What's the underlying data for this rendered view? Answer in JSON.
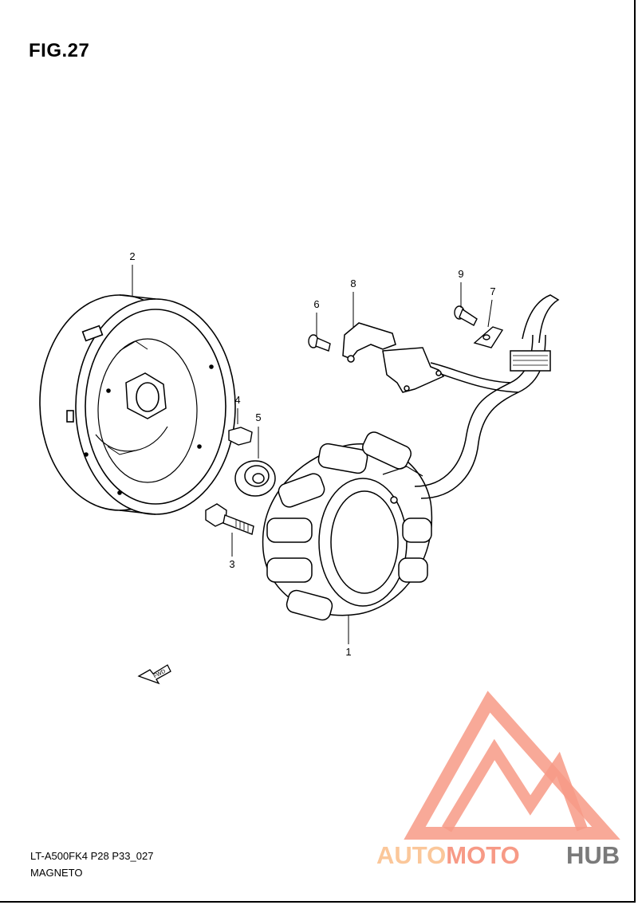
{
  "figure": {
    "title": "FIG.27"
  },
  "footer": {
    "code": "LT-A500FK4 P28 P33_027",
    "name": "MAGNETO"
  },
  "callouts": [
    {
      "id": "1",
      "part": "stator"
    },
    {
      "id": "2",
      "part": "rotor"
    },
    {
      "id": "3",
      "part": "bolt"
    },
    {
      "id": "4",
      "part": "key"
    },
    {
      "id": "5",
      "part": "washer"
    },
    {
      "id": "6",
      "part": "screw"
    },
    {
      "id": "7",
      "part": "clamp"
    },
    {
      "id": "8",
      "part": "sensor-bracket"
    },
    {
      "id": "9",
      "part": "screw"
    }
  ],
  "fwd_arrow": {
    "label": "FWD"
  },
  "watermark": {
    "part1": "AUTOMOTO",
    "part2": "HUB",
    "color_main": "#f79a86",
    "color_accent": "#fbc79a",
    "color_dark": "#7a7a7a"
  }
}
